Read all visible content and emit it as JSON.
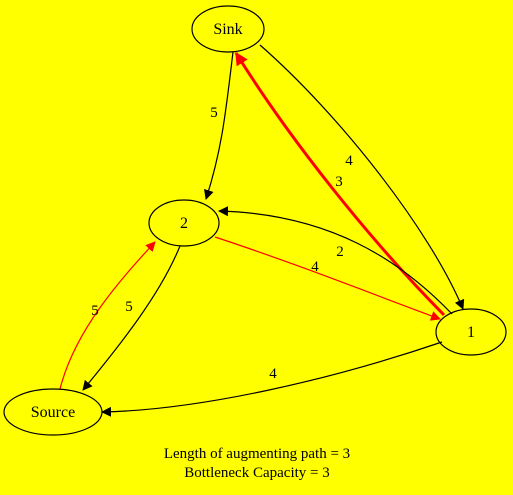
{
  "nodes": {
    "sink": "Sink",
    "two": "2",
    "one": "1",
    "source": "Source"
  },
  "edges": {
    "sink_to_2": "5",
    "sink_to_1": "4",
    "one_to_sink": "3",
    "one_to_2": "2",
    "two_to_1": "4",
    "source_to_2": "5",
    "two_to_source": "5",
    "one_to_source": "4"
  },
  "caption": {
    "line1": "Length of augmenting path = 3",
    "line2": "Bottleneck Capacity = 3"
  },
  "colors": {
    "background": "#ffff00",
    "path": "#ff0000",
    "edge": "#000000"
  }
}
